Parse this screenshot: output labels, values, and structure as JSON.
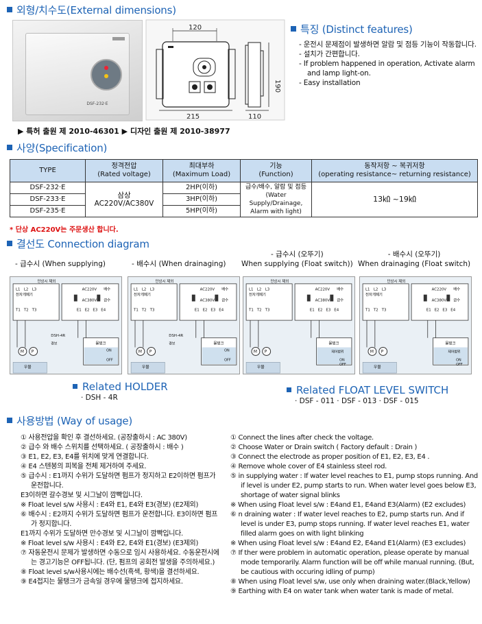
{
  "sections": {
    "external": "외형/치수도(External dimensions)",
    "features": "특징 (Distinct features)",
    "spec": "사양(Specification)",
    "connection": "결선도 Connection diagram",
    "usage": "사용방법 (Way of usage)"
  },
  "photo": {
    "plate_label": "DSF-232·E"
  },
  "drawing": {
    "dim_top": "120",
    "dim_side": "190",
    "dim_bottom": "215",
    "dim_depth": "110"
  },
  "features": [
    "- 운전시 문제점이 발생하면 알람 및 점등 기능이 작동합니다.",
    "- 설치가 간편합니다.",
    "- If problem happened in operation, Activate alarm and lamp light-on.",
    "- Easy installation"
  ],
  "patents": "▶ 특허 출원 제 2010-46301  ▶ 디자인 출원 제 2010-38977",
  "spec": {
    "headers": [
      "TYPE",
      "정격전압\n(Rated voltage)",
      "최대부하\n(Maximum Load)",
      "기능\n(Function)",
      "동작저항 ~ 복귀저항\n(operating resistance~ returning resistance)"
    ],
    "types": [
      "DSF-232·E",
      "DSF-233·E",
      "DSF-235·E"
    ],
    "voltage": "삼상\nAC220V/AC380V",
    "loads": [
      "2HP(이하)",
      "3HP(이하)",
      "5HP(이하)"
    ],
    "function": "급수/배수, 알람 및 점등\n(Water Supply/Drainage,\nAlarm with light)",
    "resistance": "13㏀ ~19㏀"
  },
  "spec_note": "* 단상 AC220V는 주문생산 합니다.",
  "diagrams": {
    "captions": [
      "- 급수시 (When supplying)",
      "- 배수시 (When drainaging)",
      "- 급수시 (오뚜기)\nWhen supplying (Float switch))",
      "- 배수시 (오뚜기)\nWhen drainaging (Float switch)"
    ],
    "labels": {
      "dansang": "단상시 제외",
      "ac220": "AC220V",
      "ac380": "AC380V",
      "baesu": "배수",
      "gupsu": "급수",
      "l1": "L1",
      "l2": "L2",
      "l3": "L3",
      "t1": "T1",
      "t2": "T2",
      "t3": "T3",
      "e1": "E1",
      "e2": "E2",
      "e3": "E3",
      "e4": "E4",
      "jeonjagyegi": "전자개폐기",
      "m": "M",
      "p": "P",
      "wumul": "우물",
      "mulraengkeu": "물탱크",
      "dsh": "DSH-4R",
      "on": "ON",
      "off": "OFF",
      "gyeongbo": "경보",
      "jeosugye": "제어범위"
    }
  },
  "related": {
    "holder_title": "Related HOLDER",
    "holder_model": "· DSH - 4R",
    "float_title": "Related FLOAT LEVEL SWITCH",
    "float_models": "· DSF - 011  · DSF - 013  · DSF - 015"
  },
  "usage_ko": [
    "① 사용전압을 확인 후 결선하세요. (공장출하시 : AC 380V)",
    "② 급수 와 배수 스위치를 선택하세요. ( 공장출하시 : 배수 )",
    "③ E1, E2, E3, E4를 위치에 맞게 연결합니다.",
    "④ E4 스텐봉의 피복을 전체 제거하여 주세요.",
    "⑤ 급수시 : E1까지 수위가 도달하면 펌프가 정지하고 E2이하면 펌프가 운전합니다.",
    "   E3이하면 갈수경보 및 시그날이 깜빡입니다.",
    "※ Float level s/w 사용시 : E4와 E1, E4와 E3(경보) (E2제외)",
    "⑥ 배수시 : E2까지 수위가 도달하면 펌프가 운전합니다. E3이하면 펌프가 정지합니다.",
    "   E1까지 수위가 도달하면 만수경보 및 시그날이 깜빡입니다.",
    "※ Float level s/w 사용시 : E4와 E2, E4와 E1(경보) (E3제외)",
    "⑦ 자동운전시 문제가 발생하면 수동으로 임시 사용하세요. 수동운전시에는 경고기능은 OFF됩니다. (단, 펌프의 공회전 발생을 주의하세요.)",
    "⑧ Float level s/w사용시에는 배수선(흑색, 황색)을 결선하세요.",
    "⑨ E4접지는 물탱크가 금속일 경우에 물탱크에 접지하세요."
  ],
  "usage_en": [
    "① Connect the lines after check the voltage.",
    "② Choose Water or Drain switch ( Factory default : Drain )",
    "③ Connect the electrode as proper position of E1, E2, E3, E4 .",
    "④ Remove whole cover of E4 stainless steel rod.",
    "⑤ in supplying water : If water level reaches to E1, pump stops running. And if level is under E2, pump starts to run. When water level goes below E3, shortage of water signal blinks",
    "※ When using Float level s/w : E4and E1, E4and E3(Alarm) (E2 excludes)",
    "⑥ n draining water : If water level reaches to E2, pump starts run. And if level is under E3, pump stops running. If water level reaches E1, water filled alarm goes on with light blinking",
    "※ When using Float level s/w : E4and E2, E4and E1(Alarm) (E3 excludes)",
    "⑦ If ther were problem in automatic operation, please operate by manual mode temporarily. Alarm function will be off while manual running. (But, be cautious with occuring idling of pump)",
    "⑧ When using Float level s/w, use only when draining water.(Black,Yellow)",
    "⑨ Earthing with E4 on water tank when water tank is made of metal."
  ]
}
